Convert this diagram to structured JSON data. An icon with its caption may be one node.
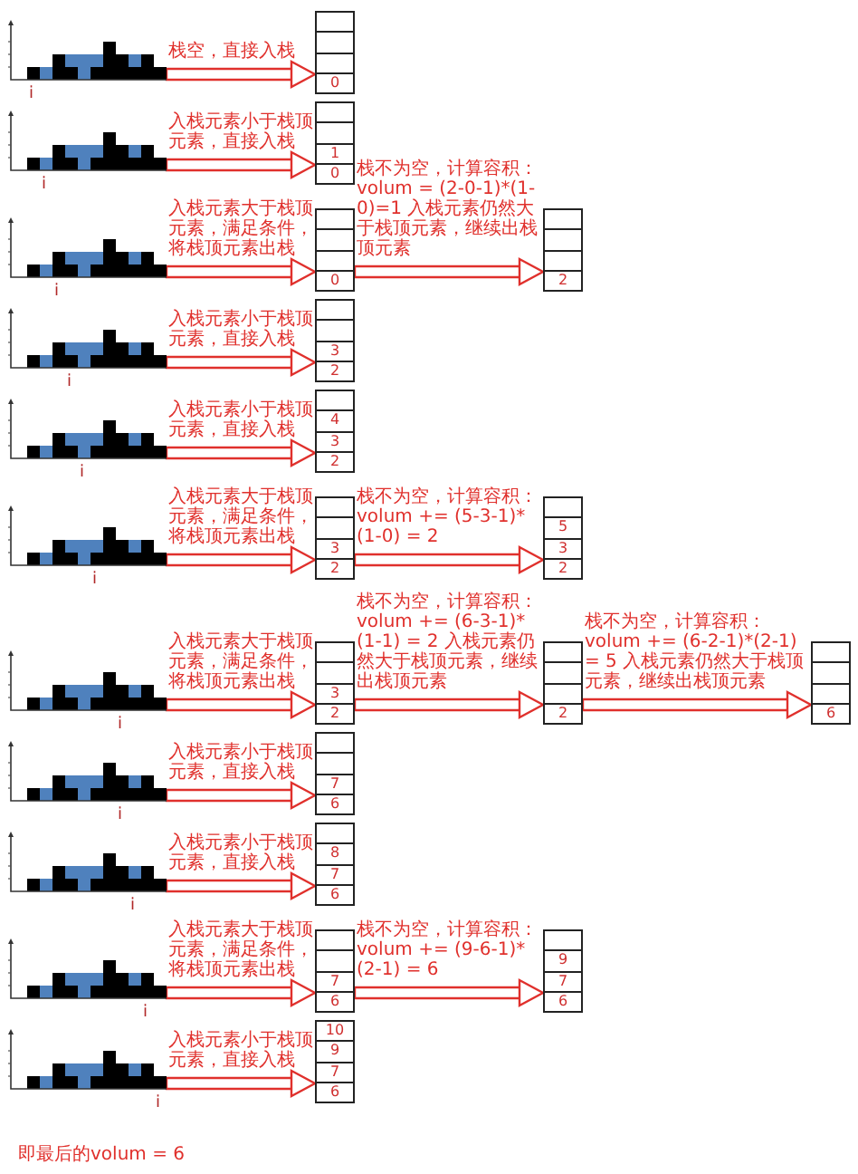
{
  "diagram": {
    "nodes": [
      {
        "text": [],
        "shape": "picture"
      },
      {
        "text": [
          "0"
        ]
      },
      {
        "text": [],
        "shape": "picture"
      },
      {
        "text": [
          "1",
          "0"
        ]
      },
      {
        "text": [],
        "shape": "picture"
      },
      {
        "text": [
          "0"
        ]
      },
      {
        "text": [
          "2"
        ]
      },
      {
        "text": [],
        "shape": "picture"
      },
      {
        "text": [
          "3",
          "2"
        ]
      },
      {
        "text": [],
        "shape": "picture"
      },
      {
        "text": [
          "4",
          "3",
          "2"
        ]
      },
      {
        "text": [],
        "shape": "picture"
      },
      {
        "text": [
          "3",
          "2"
        ]
      },
      {
        "text": [
          "5",
          "3",
          "2"
        ]
      },
      {
        "text": [],
        "shape": "picture"
      },
      {
        "text": [
          "3",
          "2"
        ]
      },
      {
        "text": [
          "2"
        ]
      },
      {
        "text": [
          "6"
        ]
      },
      {
        "text": [],
        "shape": "picture"
      },
      {
        "text": [
          "7",
          "6"
        ]
      },
      {
        "text": [],
        "shape": "picture"
      },
      {
        "text": [
          "8",
          "7",
          "6"
        ]
      },
      {
        "text": [],
        "shape": "picture"
      },
      {
        "text": [
          "7",
          "6"
        ]
      },
      {
        "text": [
          "9",
          "7",
          "6"
        ]
      },
      {
        "text": [],
        "shape": "picture"
      },
      {
        "text": [
          "10",
          "9",
          "7",
          "6"
        ]
      }
    ],
    "edges": [
      {
        "from": 0,
        "to": 1,
        "arrow": "to",
        "label": "栈空，直接入栈"
      },
      {
        "from": 2,
        "to": 3,
        "arrow": "to",
        "label": "入栈元素小于栈顶元素，直接入栈"
      },
      {
        "from": 4,
        "to": 5,
        "arrow": "to",
        "label": "入栈元素大于栈顶元素，满足条件，将栈顶元素出栈"
      },
      {
        "from": 5,
        "to": 6,
        "arrow": "to",
        "label": "栈不为空，计算容积： volum = (2-0-1)*(1-0)=1 入栈元素仍然大于栈顶元素，继续出栈顶元素"
      },
      {
        "from": 7,
        "to": 8,
        "arrow": "to",
        "label": "入栈元素小于栈顶元素，直接入栈"
      },
      {
        "from": 9,
        "to": 10,
        "arrow": "to",
        "label": "入栈元素小于栈顶元素，直接入栈"
      },
      {
        "from": 11,
        "to": 12,
        "arrow": "to",
        "label": "入栈元素大于栈顶元素，满足条件，将栈顶元素出栈"
      },
      {
        "from": 12,
        "to": 13,
        "arrow": "to",
        "label": "栈不为空，计算容积： volum += (5-3-1)*(1-0) = 2"
      },
      {
        "from": 14,
        "to": 15,
        "arrow": "to",
        "label": "入栈元素大于栈顶元素，满足条件，将栈顶元素出栈"
      },
      {
        "from": 15,
        "to": 16,
        "arrow": "to",
        "label": "栈不为空，计算容积： volum += (6-3-1)*(1-1) = 2 入栈元素仍然大于栈顶元素，继续出栈顶元素"
      },
      {
        "from": 16,
        "to": 17,
        "arrow": "to",
        "label": "栈不为空，计算容积： volum += (6-2-1)*(2-1) = 5 入栈元素仍然大于栈顶元素，继续出栈顶元素"
      },
      {
        "from": 18,
        "to": 19,
        "arrow": "to",
        "label": "入栈元素小于栈顶元素，直接入栈"
      },
      {
        "from": 20,
        "to": 21,
        "arrow": "to",
        "label": "入栈元素小于栈顶元素，直接入栈"
      },
      {
        "from": 22,
        "to": 23,
        "arrow": "to",
        "label": "入栈元素大于栈顶元素，满足条件，将栈顶元素出栈"
      },
      {
        "from": 23,
        "to": 24,
        "arrow": "to",
        "label": "栈不为空，计算容积： volum += (9-6-1)*(2-1) = 6"
      },
      {
        "from": 25,
        "to": 26,
        "arrow": "to",
        "label": "入栈元素小于栈顶元素，直接入栈"
      }
    ],
    "labels": [
      "i",
      "i",
      "i",
      "i",
      "i",
      "i",
      "i",
      "i",
      "i",
      "i",
      "i",
      "即最后的volum = 6"
    ]
  }
}
